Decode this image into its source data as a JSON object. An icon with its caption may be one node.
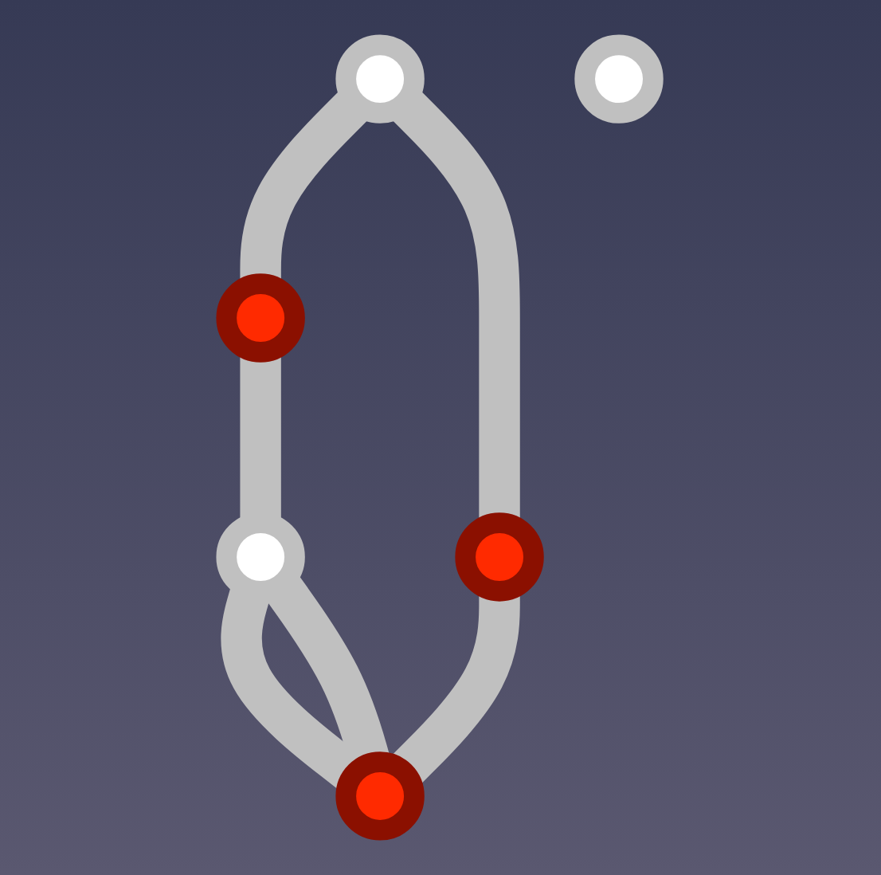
{
  "diagram": {
    "nodes": [
      {
        "text": [],
        "shape": "circle"
      },
      {
        "text": [],
        "shape": "circle"
      },
      {
        "text": [],
        "shape": "circle"
      },
      {
        "text": [],
        "shape": "circle"
      },
      {
        "text": [],
        "shape": "circle"
      },
      {
        "text": [],
        "shape": "circle"
      }
    ],
    "edges": [
      {
        "from": 0,
        "to": 1,
        "arrow": "none"
      },
      {
        "from": 1,
        "to": 4,
        "arrow": "none"
      },
      {
        "from": 0,
        "to": 2,
        "arrow": "none"
      },
      {
        "from": 4,
        "to": 5,
        "arrow": "none"
      },
      {
        "from": 2,
        "to": 5,
        "arrow": "none"
      },
      {
        "from": 4,
        "to": 5,
        "arrow": "none"
      }
    ]
  }
}
